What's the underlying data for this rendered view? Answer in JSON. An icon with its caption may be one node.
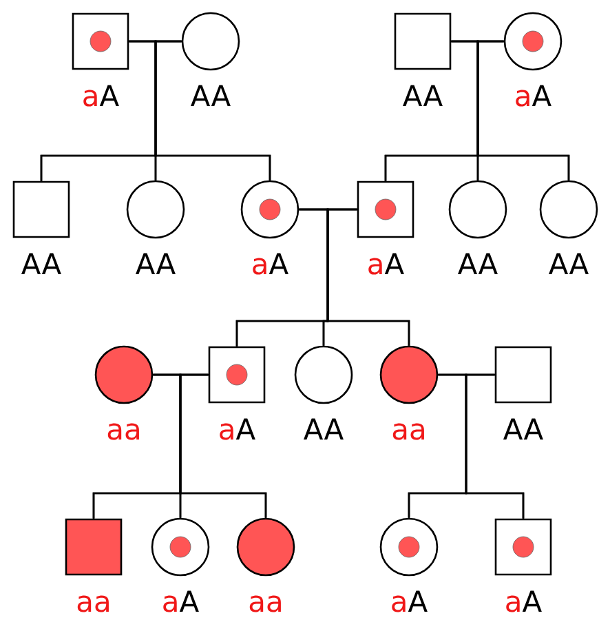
{
  "diagram": {
    "nodes": [
      {
        "text": [],
        "shape": "box",
        "beside": [
          "aA"
        ]
      },
      {
        "text": [],
        "shape": "circle",
        "beside": [
          "AA"
        ]
      },
      {
        "text": [],
        "shape": "box",
        "beside": [
          "AA"
        ]
      },
      {
        "text": [],
        "shape": "circle",
        "beside": [
          "aA"
        ]
      },
      {
        "text": [],
        "shape": "box",
        "beside": [
          "AA"
        ]
      },
      {
        "text": [],
        "shape": "circle",
        "beside": [
          "AA"
        ]
      },
      {
        "text": [],
        "shape": "circle",
        "beside": [
          "aA"
        ]
      },
      {
        "text": [],
        "shape": "box",
        "beside": [
          "aA"
        ]
      },
      {
        "text": [],
        "shape": "circle",
        "beside": [
          "AA"
        ]
      },
      {
        "text": [],
        "shape": "circle",
        "beside": [
          "AA"
        ]
      },
      {
        "text": [],
        "shape": "circle",
        "beside": [
          "aa"
        ]
      },
      {
        "text": [],
        "shape": "box",
        "beside": [
          "aA"
        ]
      },
      {
        "text": [],
        "shape": "circle",
        "beside": [
          "AA"
        ]
      },
      {
        "text": [],
        "shape": "circle",
        "beside": [
          "aa"
        ]
      },
      {
        "text": [],
        "shape": "box",
        "beside": [
          "AA"
        ]
      },
      {
        "text": [],
        "shape": "box",
        "beside": [
          "aa"
        ]
      },
      {
        "text": [],
        "shape": "circle",
        "beside": [
          "aA"
        ]
      },
      {
        "text": [],
        "shape": "circle",
        "beside": [
          "aa"
        ]
      },
      {
        "text": [],
        "shape": "circle",
        "beside": [
          "aA"
        ]
      },
      {
        "text": [],
        "shape": "box",
        "beside": [
          "aA"
        ]
      }
    ],
    "edges": [
      {
        "from": 0,
        "to": 1,
        "arrow": "none"
      },
      {
        "from": 2,
        "to": 3,
        "arrow": "none"
      },
      {
        "from": 6,
        "to": 7,
        "arrow": "none"
      },
      {
        "from": 10,
        "to": 11,
        "arrow": "none"
      },
      {
        "from": 13,
        "to": 14,
        "arrow": "none"
      },
      {
        "from": 0,
        "to": 4,
        "arrow": "none"
      },
      {
        "from": 1,
        "to": 4,
        "arrow": "none"
      },
      {
        "from": 0,
        "to": 5,
        "arrow": "none"
      },
      {
        "from": 1,
        "to": 5,
        "arrow": "none"
      },
      {
        "from": 0,
        "to": 6,
        "arrow": "none"
      },
      {
        "from": 1,
        "to": 6,
        "arrow": "none"
      },
      {
        "from": 2,
        "to": 7,
        "arrow": "none"
      },
      {
        "from": 3,
        "to": 7,
        "arrow": "none"
      },
      {
        "from": 2,
        "to": 8,
        "arrow": "none"
      },
      {
        "from": 3,
        "to": 8,
        "arrow": "none"
      },
      {
        "from": 2,
        "to": 9,
        "arrow": "none"
      },
      {
        "from": 3,
        "to": 9,
        "arrow": "none"
      },
      {
        "from": 6,
        "to": 11,
        "arrow": "none"
      },
      {
        "from": 7,
        "to": 11,
        "arrow": "none"
      },
      {
        "from": 6,
        "to": 12,
        "arrow": "none"
      },
      {
        "from": 7,
        "to": 12,
        "arrow": "none"
      },
      {
        "from": 6,
        "to": 13,
        "arrow": "none"
      },
      {
        "from": 7,
        "to": 13,
        "arrow": "none"
      },
      {
        "from": 10,
        "to": 15,
        "arrow": "none"
      },
      {
        "from": 11,
        "to": 15,
        "arrow": "none"
      },
      {
        "from": 10,
        "to": 16,
        "arrow": "none"
      },
      {
        "from": 11,
        "to": 16,
        "arrow": "none"
      },
      {
        "from": 10,
        "to": 17,
        "arrow": "none"
      },
      {
        "from": 11,
        "to": 17,
        "arrow": "none"
      },
      {
        "from": 13,
        "to": 18,
        "arrow": "none"
      },
      {
        "from": 14,
        "to": 18,
        "arrow": "none"
      },
      {
        "from": 13,
        "to": 19,
        "arrow": "none"
      },
      {
        "from": 14,
        "to": 19,
        "arrow": "none"
      }
    ]
  }
}
